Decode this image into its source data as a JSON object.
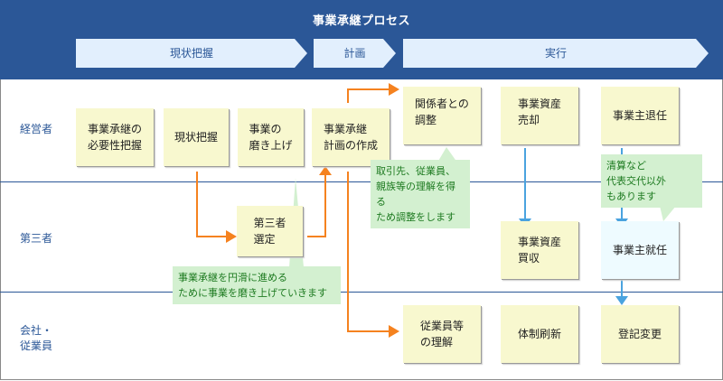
{
  "header": {
    "title": "事業承継プロセス",
    "phases": [
      {
        "label": "現状把握"
      },
      {
        "label": "計画"
      },
      {
        "label": "実行"
      }
    ]
  },
  "lanes": [
    {
      "label": "経営者"
    },
    {
      "label": "第三者"
    },
    {
      "label": "会社・\n従業員"
    }
  ],
  "boxes": {
    "necessity": "事業承継の\n必要性把握",
    "current": "現状把握",
    "polish": "事業の\n磨き上げ",
    "plan": "事業承継\n計画の作成",
    "coordinate": "関係者との\n調整",
    "asset_sale": "事業資産\n売却",
    "retire": "事業主退任",
    "third_party": "第三者\n選定",
    "asset_buy": "事業資産\n買収",
    "assume": "事業主就任",
    "employee": "従業員等\nの理解",
    "reform": "体制刷新",
    "registry": "登記変更"
  },
  "notes": {
    "coordinate_note": "取引先、従業員、\n親族等の理解を得る\nため調整をします",
    "polish_note": "事業承継を円滑に進める\nために事業を磨き上げていきます",
    "retire_note": "清算など\n代表交代以外\nもあります"
  },
  "colors": {
    "header_bg": "#2b5797",
    "phase_bg": "#e2effd",
    "box_bg": "#f8f8cf",
    "box_highlight_bg": "#eefbff",
    "note_bg": "#d3f0d0",
    "note_text": "#1d7a20",
    "orange_arrow": "#f5821f",
    "blue_arrow": "#4aa3df"
  }
}
